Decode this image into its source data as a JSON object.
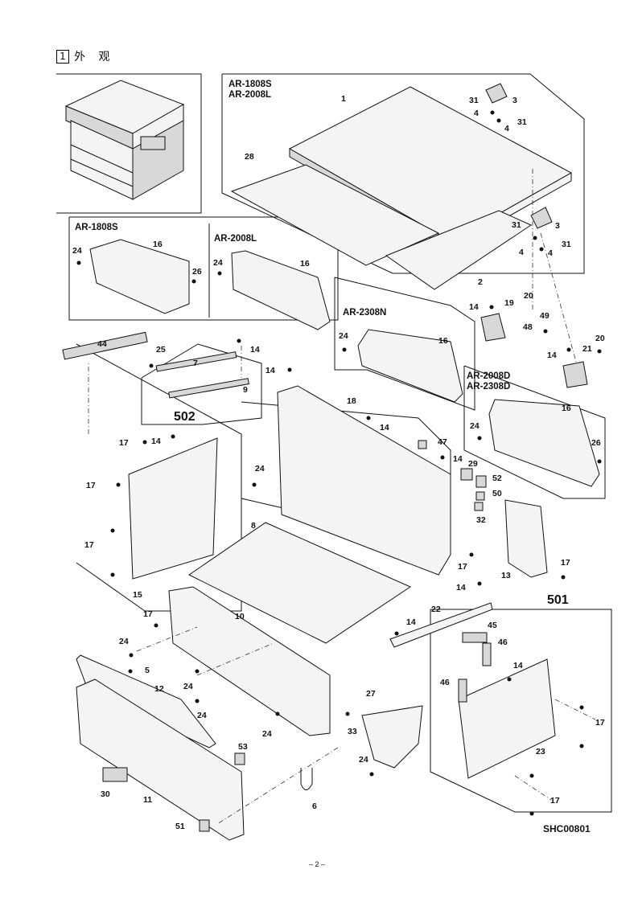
{
  "section": {
    "number": "1",
    "title": "外 观"
  },
  "models": {
    "top": [
      "AR-1808S",
      "AR-2008L"
    ],
    "box_left": "AR-1808S",
    "box_mid": "AR-2008L",
    "box_2308n": "AR-2308N",
    "box_right": [
      "AR-2008D",
      "AR-2308D"
    ]
  },
  "groups": {
    "g501": "501",
    "g502": "502"
  },
  "labels": [
    {
      "id": "l1",
      "t": "1"
    },
    {
      "id": "l3a",
      "t": "3"
    },
    {
      "id": "l31a",
      "t": "31"
    },
    {
      "id": "l4a",
      "t": "4"
    },
    {
      "id": "l31b",
      "t": "31"
    },
    {
      "id": "l4b",
      "t": "4"
    },
    {
      "id": "l28",
      "t": "28"
    },
    {
      "id": "l31c",
      "t": "31"
    },
    {
      "id": "l3b",
      "t": "3"
    },
    {
      "id": "l31d",
      "t": "31"
    },
    {
      "id": "l4c",
      "t": "4"
    },
    {
      "id": "l4d",
      "t": "4"
    },
    {
      "id": "l2",
      "t": "2"
    },
    {
      "id": "l16a",
      "t": "16"
    },
    {
      "id": "l24a",
      "t": "24"
    },
    {
      "id": "l26a",
      "t": "26"
    },
    {
      "id": "l16b",
      "t": "16"
    },
    {
      "id": "l24b",
      "t": "24"
    },
    {
      "id": "l14a",
      "t": "14"
    },
    {
      "id": "l19",
      "t": "19"
    },
    {
      "id": "l20a",
      "t": "20"
    },
    {
      "id": "l49",
      "t": "49"
    },
    {
      "id": "l48",
      "t": "48"
    },
    {
      "id": "l20b",
      "t": "20"
    },
    {
      "id": "l14b",
      "t": "14"
    },
    {
      "id": "l21",
      "t": "21"
    },
    {
      "id": "l24c",
      "t": "24"
    },
    {
      "id": "l16c",
      "t": "16"
    },
    {
      "id": "l44",
      "t": "44"
    },
    {
      "id": "l25",
      "t": "25"
    },
    {
      "id": "l14c",
      "t": "14"
    },
    {
      "id": "l7",
      "t": "7"
    },
    {
      "id": "l9",
      "t": "9"
    },
    {
      "id": "l14d",
      "t": "14"
    },
    {
      "id": "l18",
      "t": "18"
    },
    {
      "id": "l14e",
      "t": "14"
    },
    {
      "id": "l16d",
      "t": "16"
    },
    {
      "id": "l24d",
      "t": "24"
    },
    {
      "id": "l26b",
      "t": "26"
    },
    {
      "id": "l17a",
      "t": "17"
    },
    {
      "id": "l14f",
      "t": "14"
    },
    {
      "id": "l47",
      "t": "47"
    },
    {
      "id": "l14g",
      "t": "14"
    },
    {
      "id": "l24e",
      "t": "24"
    },
    {
      "id": "l29",
      "t": "29"
    },
    {
      "id": "l52",
      "t": "52"
    },
    {
      "id": "l50",
      "t": "50"
    },
    {
      "id": "l32",
      "t": "32"
    },
    {
      "id": "l17b",
      "t": "17"
    },
    {
      "id": "l17c",
      "t": "17"
    },
    {
      "id": "l8",
      "t": "8"
    },
    {
      "id": "l17d",
      "t": "17"
    },
    {
      "id": "l13",
      "t": "13"
    },
    {
      "id": "l17e",
      "t": "17"
    },
    {
      "id": "l15",
      "t": "15"
    },
    {
      "id": "l14h",
      "t": "14"
    },
    {
      "id": "l17f",
      "t": "17"
    },
    {
      "id": "l10",
      "t": "10"
    },
    {
      "id": "l22",
      "t": "22"
    },
    {
      "id": "l14i",
      "t": "14"
    },
    {
      "id": "l45",
      "t": "45"
    },
    {
      "id": "l46a",
      "t": "46"
    },
    {
      "id": "l24f",
      "t": "24"
    },
    {
      "id": "l5",
      "t": "5"
    },
    {
      "id": "l14j",
      "t": "14"
    },
    {
      "id": "l12",
      "t": "12"
    },
    {
      "id": "l24g",
      "t": "24"
    },
    {
      "id": "l46b",
      "t": "46"
    },
    {
      "id": "l24h",
      "t": "24"
    },
    {
      "id": "l27",
      "t": "27"
    },
    {
      "id": "l17g",
      "t": "17"
    },
    {
      "id": "l24i",
      "t": "24"
    },
    {
      "id": "l33",
      "t": "33"
    },
    {
      "id": "l23",
      "t": "23"
    },
    {
      "id": "l53",
      "t": "53"
    },
    {
      "id": "l24j",
      "t": "24"
    },
    {
      "id": "l30",
      "t": "30"
    },
    {
      "id": "l11",
      "t": "11"
    },
    {
      "id": "l6",
      "t": "6"
    },
    {
      "id": "l17h",
      "t": "17"
    },
    {
      "id": "l51",
      "t": "51"
    }
  ],
  "drawing_code": "SHC00801",
  "page_number": "– 2 –"
}
